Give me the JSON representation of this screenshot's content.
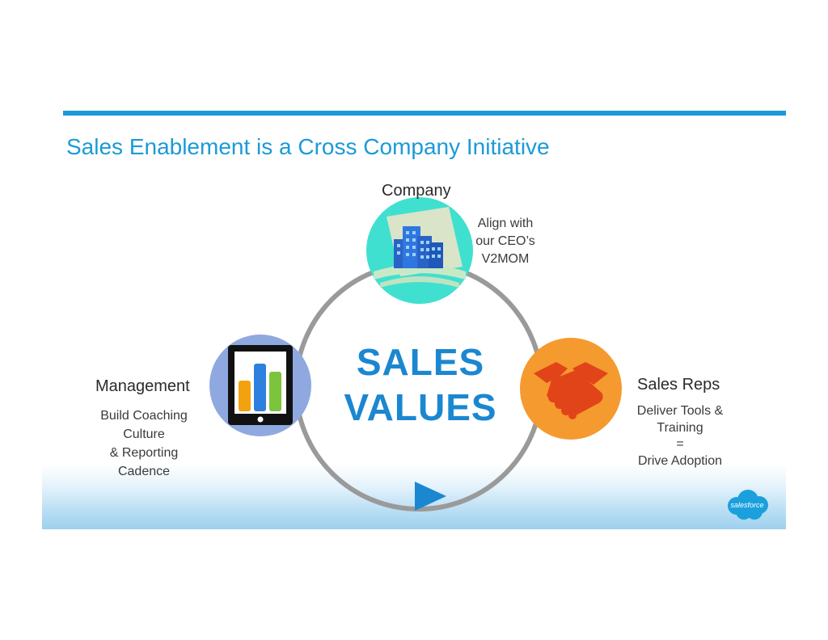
{
  "title": "Sales Enablement is a Cross Company Initiative",
  "center": {
    "line1": "SALES",
    "line2": "VALUES"
  },
  "company": {
    "heading": "Company",
    "lines": [
      "Align with",
      "our CEO’s",
      "V2MOM"
    ],
    "icon": "office-buildings-icon",
    "color": "#40e0d0"
  },
  "management": {
    "heading": "Management",
    "lines": [
      "Build Coaching",
      "Culture",
      "& Reporting",
      "Cadence"
    ],
    "icon": "tablet-chart-icon",
    "color": "#8fa9e0"
  },
  "sales_reps": {
    "heading": "Sales Reps",
    "lines": [
      "Deliver Tools &",
      "Training",
      "=",
      "Drive Adoption"
    ],
    "icon": "handshake-icon",
    "color": "#f59a2e"
  },
  "logo": {
    "text": "salesforce",
    "icon": "salesforce-cloud-logo"
  },
  "colors": {
    "accent": "#1b9ad7",
    "cycle_ring": "#9a9a9a",
    "arrow": "#1b87d0"
  }
}
